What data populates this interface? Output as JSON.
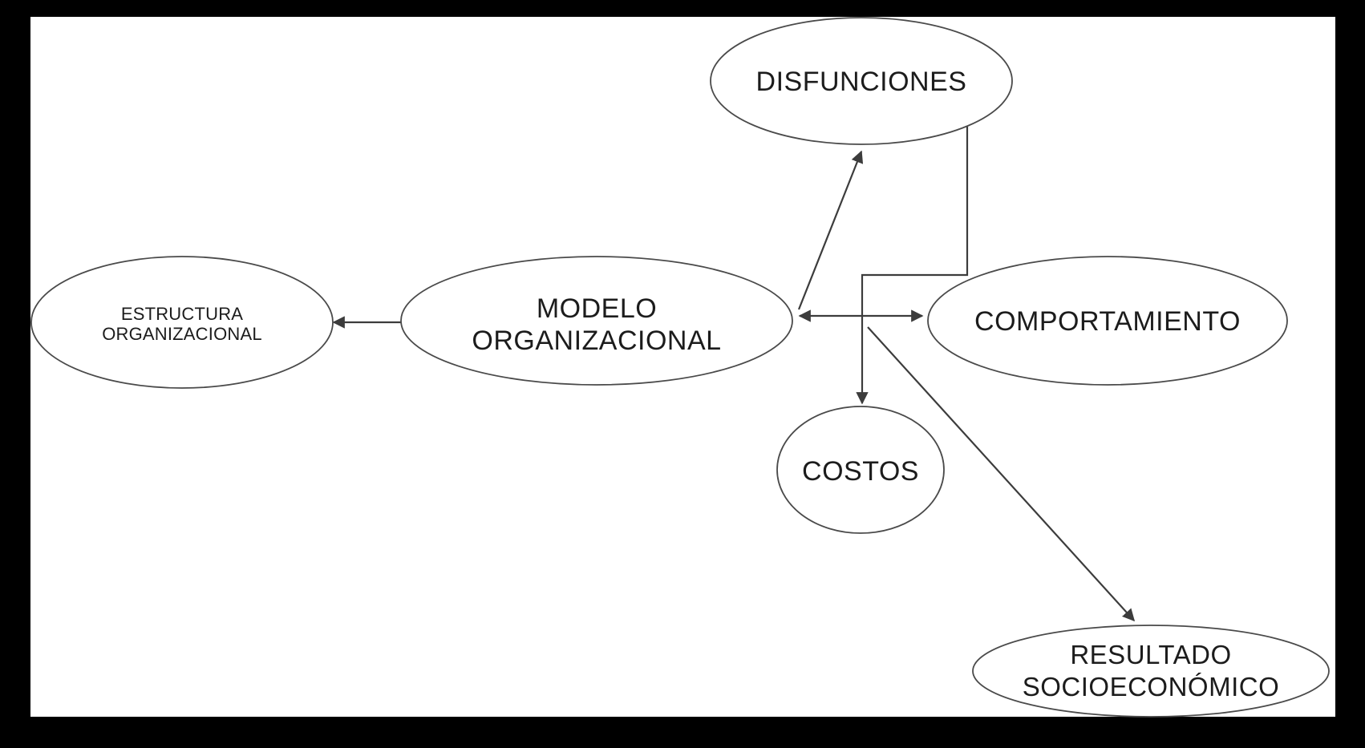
{
  "diagram": {
    "description": "Organizational model concept diagram",
    "nodes": {
      "disfunciones": {
        "label": "DISFUNCIONES"
      },
      "estructura_organizacional": {
        "line1": "ESTRUCTURA",
        "line2": "ORGANIZACIONAL"
      },
      "modelo_organizacional": {
        "line1": "MODELO",
        "line2": "ORGANIZACIONAL"
      },
      "comportamiento": {
        "label": "COMPORTAMIENTO"
      },
      "costos": {
        "label": "COSTOS"
      },
      "resultado_socioeconomico": {
        "line1": "RESULTADO",
        "line2": "SOCIOECONÓMICO"
      }
    },
    "edges": [
      {
        "from": "modelo_organizacional",
        "to": "estructura_organizacional",
        "style": "single-arrow"
      },
      {
        "from": "modelo_organizacional",
        "to": "comportamiento",
        "style": "double-arrow"
      },
      {
        "from": "modelo_organizacional",
        "to": "disfunciones",
        "style": "single-arrow"
      },
      {
        "from": "disfunciones",
        "to": "costos",
        "style": "elbow-arrow"
      },
      {
        "from": "modelo_organizacional",
        "to": "resultado_socioeconomico",
        "style": "single-arrow"
      }
    ],
    "colors": {
      "frame_background": "#000000",
      "canvas": "#ffffff",
      "ellipse_stroke": "#4a4a4a",
      "edge_line": "#3c3c3c",
      "text": "#1c1c1c"
    }
  }
}
